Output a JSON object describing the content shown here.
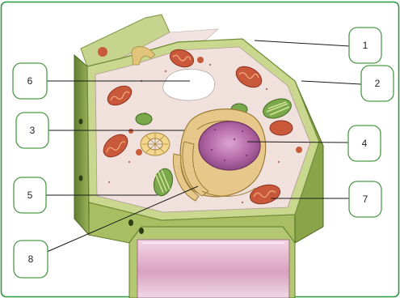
{
  "labels": [
    {
      "id": "1",
      "text": "1"
    },
    {
      "id": "2",
      "text": "2"
    },
    {
      "id": "3",
      "text": "3"
    },
    {
      "id": "4",
      "text": "4"
    },
    {
      "id": "5",
      "text": "5"
    },
    {
      "id": "6",
      "text": "6"
    },
    {
      "id": "7",
      "text": "7"
    },
    {
      "id": "8",
      "text": "8"
    }
  ],
  "colors": {
    "frame_border": "#2e9a3e",
    "label_border": "#4e9a48",
    "cell_wall_light": "#c8d690",
    "cell_wall_dark": "#6e8f3a",
    "cytoplasm": "#efe0dc",
    "nucleus": "#b0609e",
    "mitochondria": "#c85a3a",
    "chloroplast": "#6ca040",
    "vacuole": "#ffffff"
  }
}
